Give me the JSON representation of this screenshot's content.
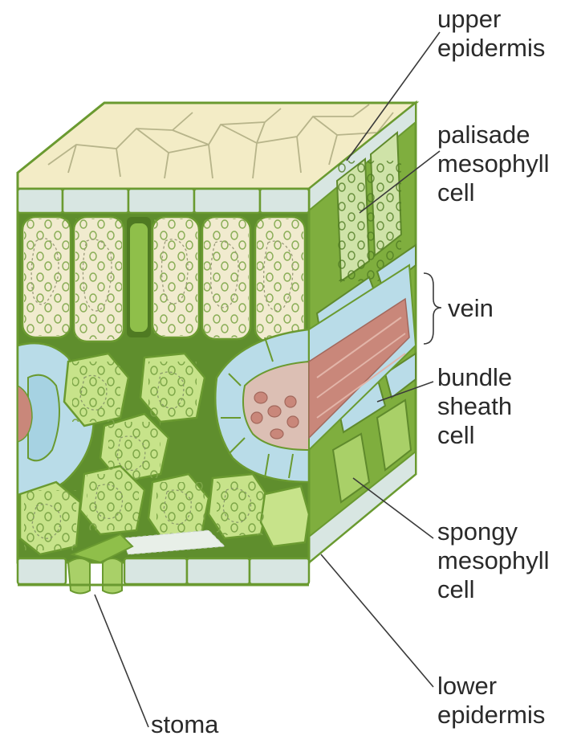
{
  "labels": {
    "upper_epidermis": [
      "upper",
      "epidermis"
    ],
    "palisade_mesophyll": [
      "palisade",
      "mesophyll",
      "cell"
    ],
    "vein": "vein",
    "bundle_sheath": [
      "bundle",
      "sheath",
      "cell"
    ],
    "spongy_mesophyll": [
      "spongy",
      "mesophyll",
      "cell"
    ],
    "lower_epidermis": [
      "lower",
      "epidermis"
    ],
    "stoma": "stoma"
  },
  "colors": {
    "epidermis_fill": "#d8e6e2",
    "palisade_fill": "#f1ebcf",
    "mesophyll_dark": "#5f8e2d",
    "mesophyll_mid": "#8fbf4a",
    "spongy_fill": "#c7e38a",
    "sheath_fill": "#b9dce8",
    "xylem_fill": "#c9877a",
    "top_surface": "#f3ecc6",
    "outline": "#6a9a30"
  }
}
